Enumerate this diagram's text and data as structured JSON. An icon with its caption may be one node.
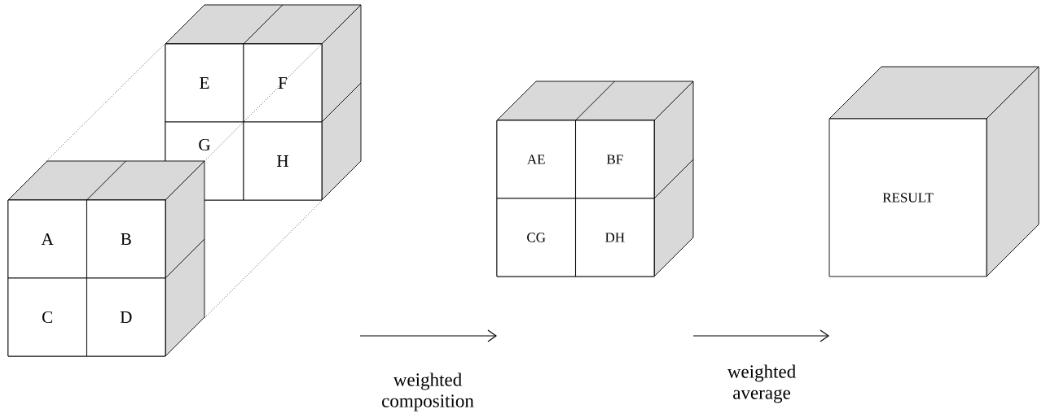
{
  "diagram": {
    "nodes": [
      {
        "text": [],
        "shape": "cube"
      },
      {
        "text": [
          "A"
        ],
        "in": 0
      },
      {
        "text": [
          "B"
        ],
        "in": 0
      },
      {
        "text": [
          "C"
        ],
        "in": 0
      },
      {
        "text": [
          "D"
        ],
        "in": 0
      },
      {
        "text": [],
        "shape": "cube"
      },
      {
        "text": [
          "E"
        ],
        "in": 5
      },
      {
        "text": [
          "F"
        ],
        "in": 5
      },
      {
        "text": [
          "G"
        ],
        "in": 5
      },
      {
        "text": [
          "H"
        ],
        "in": 5
      },
      {
        "text": [],
        "shape": "cube"
      },
      {
        "text": [
          "AE"
        ],
        "in": 10
      },
      {
        "text": [
          "BF"
        ],
        "in": 10
      },
      {
        "text": [
          "CG"
        ],
        "in": 10
      },
      {
        "text": [
          "DH"
        ],
        "in": 10
      },
      {
        "text": [
          "RESULT"
        ]
      }
    ],
    "edges": [
      {
        "from": 0,
        "to": 5,
        "arrow": "none",
        "style": "dashed"
      },
      {
        "from": 8,
        "to": 7,
        "arrow": "none",
        "style": "dashed"
      },
      {
        "from": 0,
        "to": 5,
        "arrow": "none",
        "style": "dashed"
      }
    ],
    "labels": [
      "weighted composition",
      "weighted average"
    ]
  }
}
